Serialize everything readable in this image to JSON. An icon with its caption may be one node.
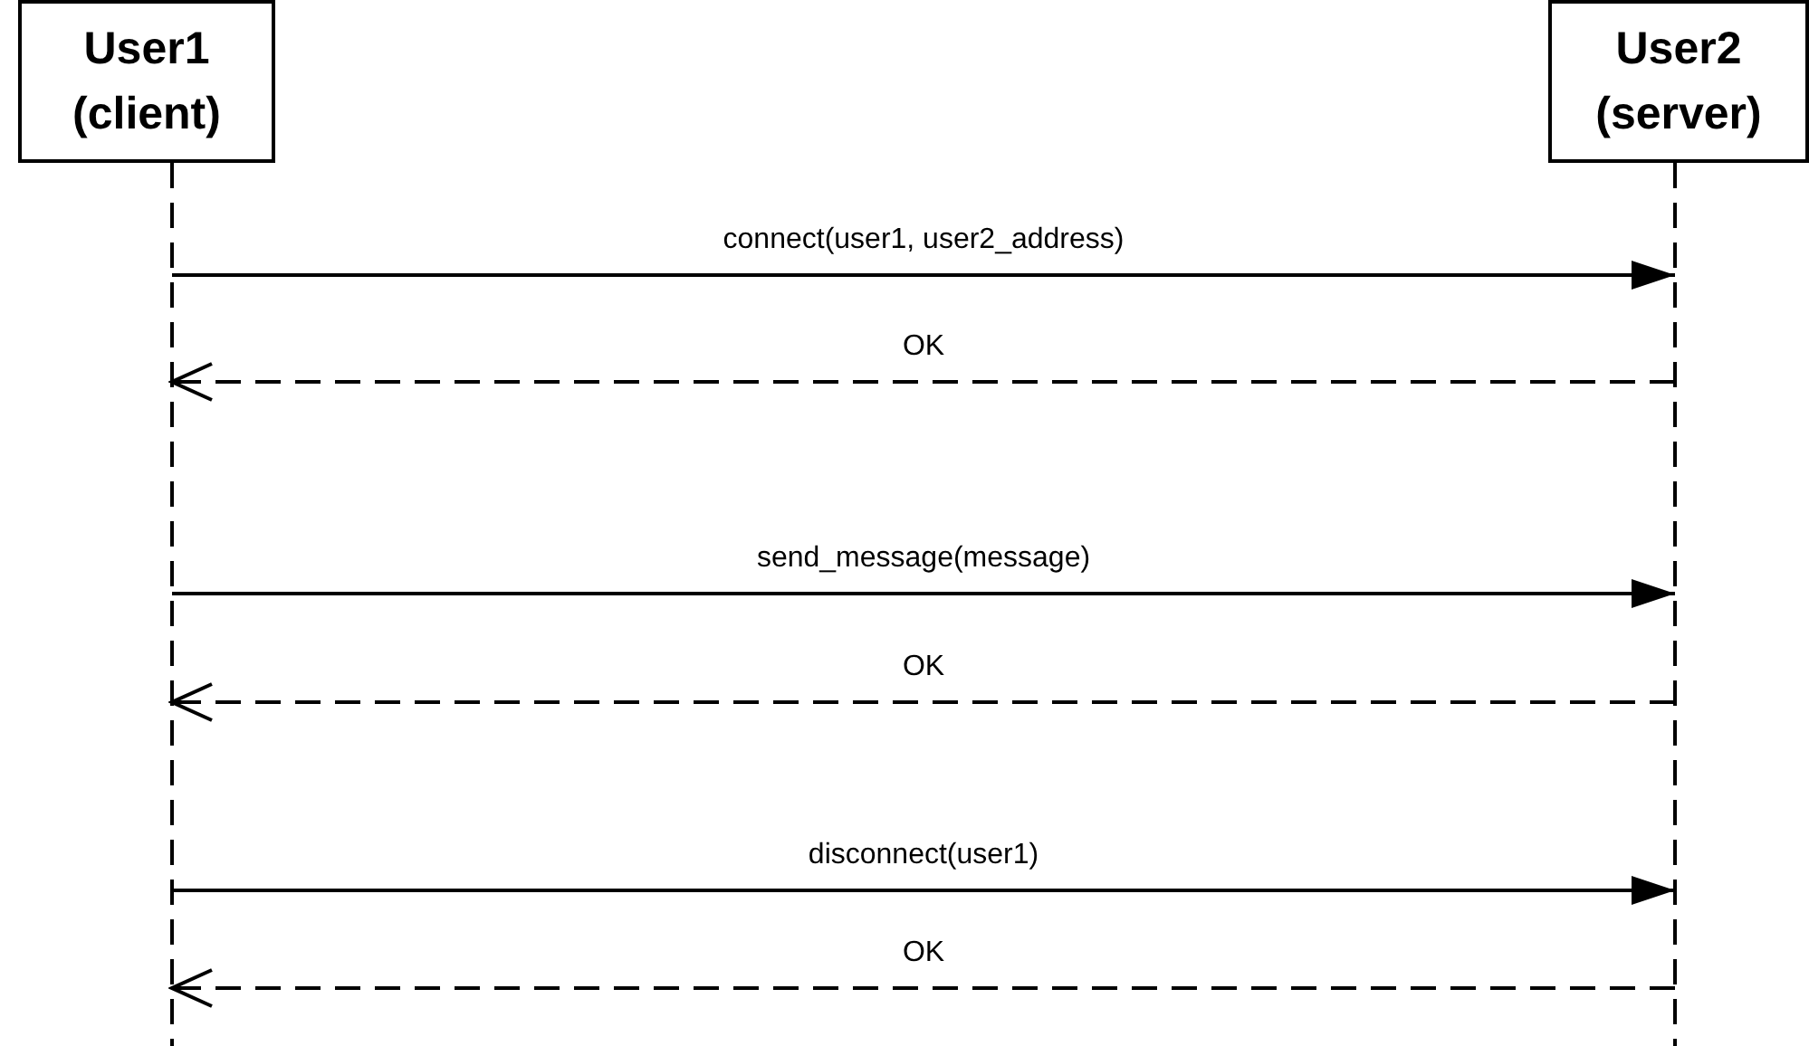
{
  "diagram": {
    "nodes": [
      {
        "text": [
          "User1 (client)"
        ]
      },
      {
        "text": [
          "User2 (server)"
        ]
      }
    ],
    "edges": [
      {
        "from": 0,
        "to": 1,
        "arrow": "to",
        "label": "connect(user1, user2_address)"
      },
      {
        "from": 1,
        "to": 0,
        "arrow": "to",
        "label": "OK",
        "style": "dashed"
      },
      {
        "from": 0,
        "to": 1,
        "arrow": "to",
        "label": "send_message(message)"
      },
      {
        "from": 1,
        "to": 0,
        "arrow": "to",
        "label": "OK",
        "style": "dashed"
      },
      {
        "from": 0,
        "to": 1,
        "arrow": "to",
        "label": "disconnect(user1)"
      },
      {
        "from": 1,
        "to": 0,
        "arrow": "to",
        "label": "OK",
        "style": "dashed"
      }
    ]
  }
}
